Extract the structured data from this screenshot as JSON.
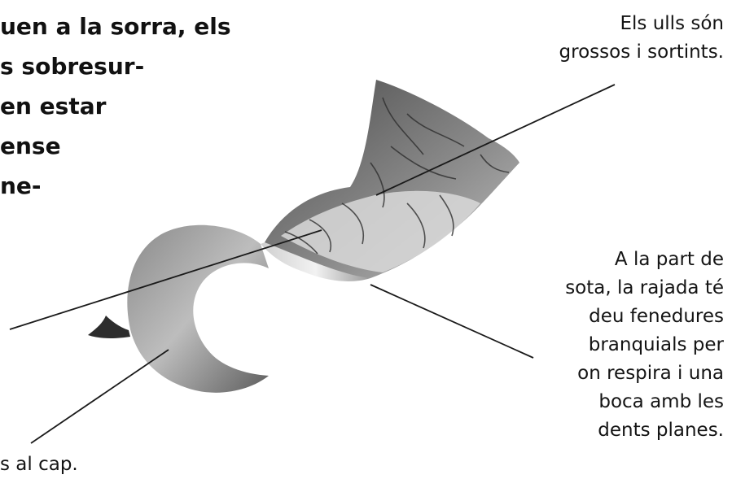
{
  "body_text": {
    "lines": [
      "uen a la sorra, els",
      "s  sobresur-",
      "en estar",
      "ense",
      "ne-"
    ]
  },
  "captions": {
    "eyes": [
      "Els ulls són",
      "grossos i sortints."
    ],
    "underside": [
      "A la part de",
      "sota, la rajada té",
      "deu fenedures",
      "branquials per",
      "on respira i una",
      "boca amb les",
      "dents planes."
    ],
    "head": [
      "s al cap."
    ]
  },
  "colors": {
    "text": "#111111",
    "leader_lines": "#1a1a1a",
    "ray_dark": "#3a3a3a",
    "ray_light": "#d8d8d8"
  }
}
